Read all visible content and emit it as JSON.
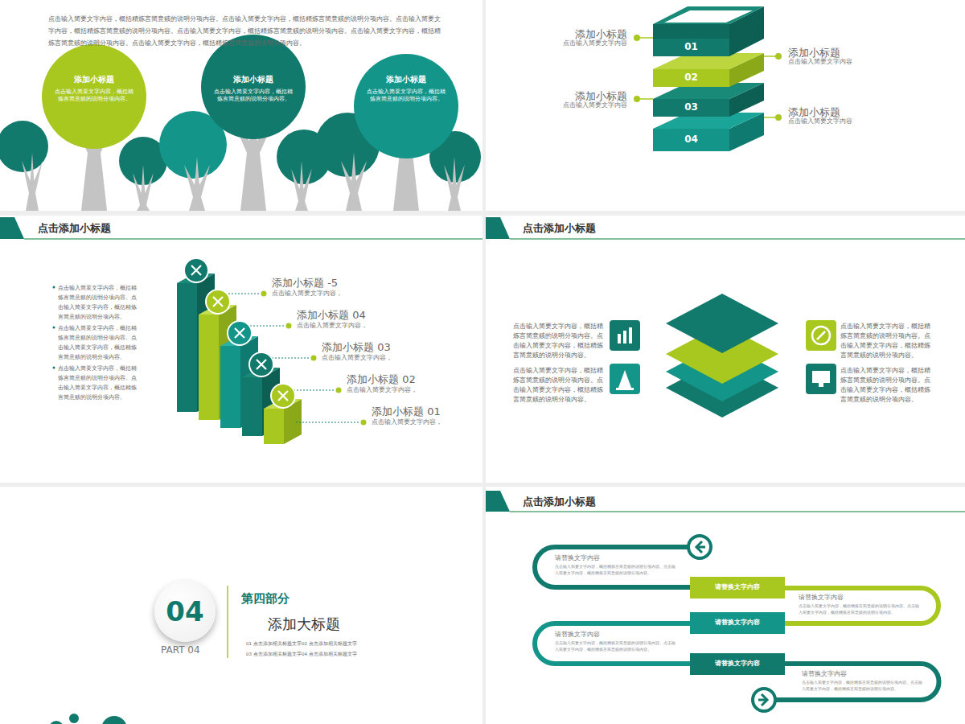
{
  "diagram": {
    "nodes": [
      {
        "text": [
          "添加小标题",
          "点击输入简要文字内容，概括精炼言简意赅的说明分项内容。"
        ]
      },
      {
        "text": [
          "添加小标题",
          "点击输入简要文字内容，概括精炼言简意赅的说明分项内容。"
        ]
      },
      {
        "text": [
          "添加小标题",
          "点击输入简要文字内容，概括精炼言简意赅的说明分项内容。"
        ]
      },
      {
        "text": [
          "01"
        ]
      },
      {
        "text": [
          "02"
        ]
      },
      {
        "text": [
          "03"
        ]
      },
      {
        "text": [
          "04"
        ]
      },
      {
        "text": [
          "04"
        ]
      },
      {
        "text": [
          "请替换文字内容"
        ]
      },
      {
        "text": [
          "请替换文字内容"
        ]
      },
      {
        "text": [
          "请替换文字内容"
        ]
      }
    ],
    "labels": [
      "点击输入简要文字内容，概括精炼言简意赅的说明分项内容。点击输入简要文字内容，概括精炼言简意赅的说明分项内容。点击输入简要文字内容，概括精炼言简意赅的说明分项内容。点击输入简要文字内容，概括精炼言简意赅的说明分项内容。点击输入简要文字内容，概括精炼言简意赅的说明分项内容。点击输入简要文字内容，概括精炼言简意赅的说明分项内容。",
      "添加小标题",
      "点击输入简要文字内容",
      "添加小标题",
      "点击输入简要文字内容",
      "添加小标题",
      "点击输入简要文字内容",
      "添加小标题",
      "点击输入简要文字内容",
      "点击添加小标题",
      "点击输入简要文字内容，概括精炼言简意赅的说明分项内容。点击输入简要文字内容，概括精炼言简意赅的说明分项内容。",
      "点击输入简要文字内容，概括精炼言简意赅的说明分项内容。点击输入简要文字内容，概括精炼言简意赅的说明分项内容。",
      "点击输入简要文字内容，概括精炼言简意赅的说明分项内容。点击输入简要文字内容，概括精炼言简意赅的说明分项内容。",
      "添加小标题 -5",
      "点击输入简要文字内容，",
      "添加小标题 04",
      "点击输入简要文字内容，",
      "添加小标题 03",
      "点击输入简要文字内容，",
      "添加小标题 02",
      "点击输入简要文字内容，",
      "添加小标题 01",
      "点击输入简要文字内容，",
      "点击添加小标题",
      "点击输入简要文字内容，概括精炼言简意赅的说明分项内容。点击输入简要文字内容，概括精炼言简意赅的说明分项内容。",
      "点击输入简要文字内容，概括精炼言简意赅的说明分项内容。点击输入简要文字内容，概括精炼言简意赅的说明分项内容。",
      "点击输入简要文字内容，概括精炼言简意赅的说明分项内容。点击输入简要文字内容，概括精炼言简意赅的说明分项内容。",
      "点击输入简要文字内容，概括精炼言简意赅的说明分项内容。点击输入简要文字内容，概括精炼言简意赅的说明分项内容。",
      "PART 04",
      "第四部分",
      "添加大标题",
      "01 点击添加相关标题文字",
      "02 点击添加相关标题文字",
      "03 点击添加相关标题文字",
      "04 点击添加相关标题文字",
      "点击添加小标题",
      "请替换文字内容",
      "点击输入简要文字内容，概括精炼言简意赅的说明分项内容。点击输入简要文字内容，概括精炼言简意赅的说明分项内容。",
      "请替换文字内容",
      "点击输入简要文字内容，概括精炼言简意赅的说明分项内容。点击输入简要文字内容，概括精炼言简意赅的说明分项内容。",
      "请替换文字内容",
      "点击输入简要文字内容，概括精炼言简意赅的说明分项内容。点击输入简要文字内容，概括精炼言简意赅的说明分项内容。",
      "请替换文字内容",
      "点击输入简要文字内容，概括精炼言简意赅的说明分项内容。点击输入简要文字内容，概括精炼言简意赅的说明分项内容。"
    ]
  }
}
